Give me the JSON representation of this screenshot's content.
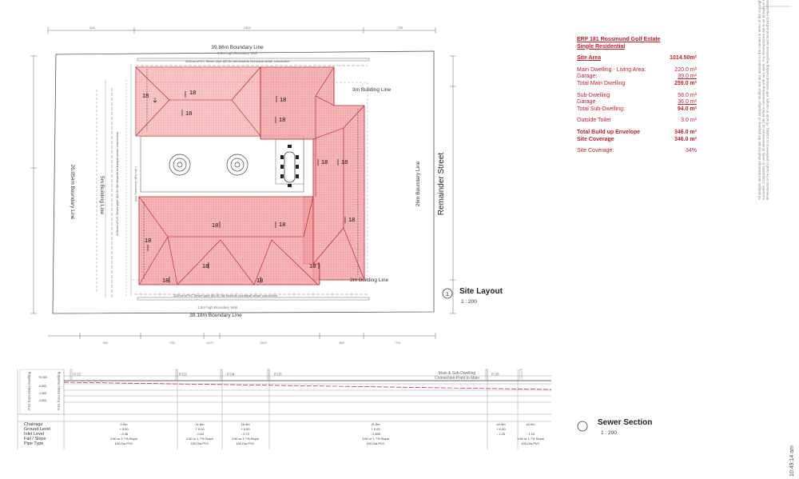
{
  "site": {
    "top_boundary_label": "39.86m Boundary Line",
    "top_wall_label": "1.8m high Boundary Wall",
    "top_pipe_label": "110mm uPVC Sewer pipe @1:60 fall towards municipal sewer connection",
    "bottom_boundary_label": "38.18m Boundary Line",
    "bottom_wall_label": "1.8m high Boundary Wall",
    "bottom_pipe_label": "110mm uPVC Sewer pipe @1:60 fall towards municipal sewer connection",
    "left_boundary_label": "26.054m Boundary Line",
    "left_building_line_label": "5m Building Line",
    "left_pipe_label": "110mm uPVC Sewer pipe @1:60 fall towards municipal sewer connection",
    "inner_wall_label": "1.8m high Boundary Wall",
    "right_boundary_label": "26m Boundary Line",
    "building_line_top": "3m Building Line",
    "building_line_bottom": "3m Building Line",
    "street_label": "Remainder Street",
    "pitch_label": "18",
    "view_title": "Site Layout",
    "view_scale": "1 : 200",
    "view_number": "1"
  },
  "schedule": {
    "title_line1": "ERF 181 Rossmund Golf Estate",
    "title_line2": "Single Residential",
    "rows": [
      {
        "label": "Site Area",
        "value": "1014.50m²",
        "style": "bold-ul",
        "gap": false
      },
      {
        "label": "Main Dwelling - Living Area:",
        "value": "220.0 m²",
        "style": "normal",
        "gap": true
      },
      {
        "label": "Garage:",
        "value": "39.0 m²",
        "style": "ul",
        "gap": false
      },
      {
        "label": "Total Main Dwelling",
        "value": "259.0 m²",
        "style": "bold-val",
        "gap": false
      },
      {
        "label": "Sub-Dwelling",
        "value": "58.0 m²",
        "style": "normal",
        "gap": true
      },
      {
        "label": "Garage",
        "value": "36.0 m²",
        "style": "ul",
        "gap": false
      },
      {
        "label": "Total Sub-Dwelling:",
        "value": "94.0 m²",
        "style": "bold-val",
        "gap": false
      },
      {
        "label": "Outside Toilet",
        "value": "3.0 m²",
        "style": "normal",
        "gap": true
      },
      {
        "label": "Total Build up Envelope",
        "value": "346.0 m²",
        "style": "bold",
        "gap": true
      },
      {
        "label": "Site Coverage",
        "value": "346.0 m²",
        "style": "bold",
        "gap": false
      },
      {
        "label": "Site Coverage:",
        "value": "34%",
        "style": "normal",
        "gap": true
      }
    ]
  },
  "sewer": {
    "title": "Sewer Section",
    "scale": "1 : 200",
    "left_label_1": "P.01 from Main Dwelling",
    "left_label_2": "P.01 from Main Dwelling",
    "points": [
      "P.02",
      "P.03",
      "P.04",
      "P.05",
      "P.06"
    ],
    "connection_label_1": "Main & Sub-Dwelling",
    "connection_label_2": "Connection Point to Main",
    "row_labels": [
      "Chainage",
      "Ground Level",
      "Inlet Level",
      "Fall / Slope",
      "Pipe Type"
    ],
    "chainage": [
      "0.0m",
      "11.8m",
      "16.4m",
      "21.5m",
      "44.5m",
      "44.5m"
    ],
    "ground_level": [
      "+ 0.00",
      "+ 0.00",
      "+ 0.00",
      "+ 0.00",
      "+ 0.00"
    ],
    "inlet_level": [
      "- 0.46",
      "- 0.64",
      "- 0.72",
      "- 0.800",
      "- 1.20",
      "- 1.24"
    ],
    "fall_slope": [
      "1:60 or 1.7% Slope",
      "1:60 or 1.7% Slope",
      "1:60 or 1.7% Slope",
      "1:60 or 1.7% Slope",
      "1:60 or 1.7% Slope"
    ],
    "pipe_type": [
      "100 Dia PVC",
      "100 Dia PVC",
      "100 Dia PVC",
      "100 Dia PVC",
      "100 Dia PVC"
    ]
  },
  "footer": {
    "datestamp": "10:49:14 am",
    "disclaimer": "All designs and drawings shall remain the property of Jacquelyn Studios and any alteration to the content in terms of the copyright Act 98 of 1978 is hereby specifically excluded. Contractors to verify all dimensions on site before commencing with any work. Any discrepancies are to be brought to the attention of the designer. Figured dimensions to be read in preference to scaling. All work to comply with national building regulations and local authority regulations."
  },
  "colors": {
    "roof_fill": "#f4a3a5",
    "roof_stroke": "#c01a20",
    "schedule_red": "#c0202a",
    "line": "#555555"
  }
}
